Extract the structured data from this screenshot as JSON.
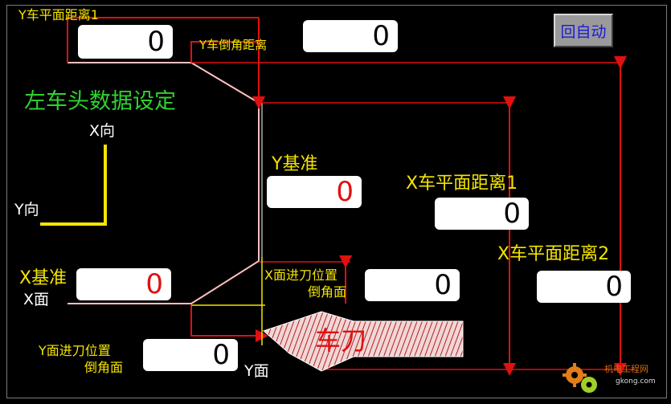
{
  "title": "左车头数据设定",
  "buttons": {
    "auto_back": "回自动"
  },
  "labels": {
    "y_flat_dist1": "Y车平面距离1",
    "y_chamfer_dist": "Y车倒角距离",
    "x_dir": "X向",
    "y_dir": "Y向",
    "y_ref": "Y基准",
    "x_flat_dist1": "X车平面距离1",
    "x_flat_dist2": "X车平面距离2",
    "x_ref": "X基准",
    "x_face": "X面",
    "x_feed_pos": "X面进刀位置",
    "x_feed_chamfer": "倒角面",
    "y_feed_pos": "Y面进刀位置",
    "y_feed_chamfer": "倒角面",
    "y_face": "Y面",
    "cutter": "车刀"
  },
  "fields": {
    "y_flat_dist1": "0",
    "y_chamfer_dist": "0",
    "y_ref": "0",
    "x_flat_dist1": "0",
    "x_flat_dist2": "0",
    "x_ref": "0",
    "x_feed_pos": "0",
    "y_feed_pos": "0"
  },
  "watermark": {
    "name": "机电工程网",
    "url": "gkong.com"
  },
  "colors": {
    "label": "#f4e400",
    "title": "#2fd32f",
    "line": "#e01010",
    "accent": "#ffb0b0"
  }
}
